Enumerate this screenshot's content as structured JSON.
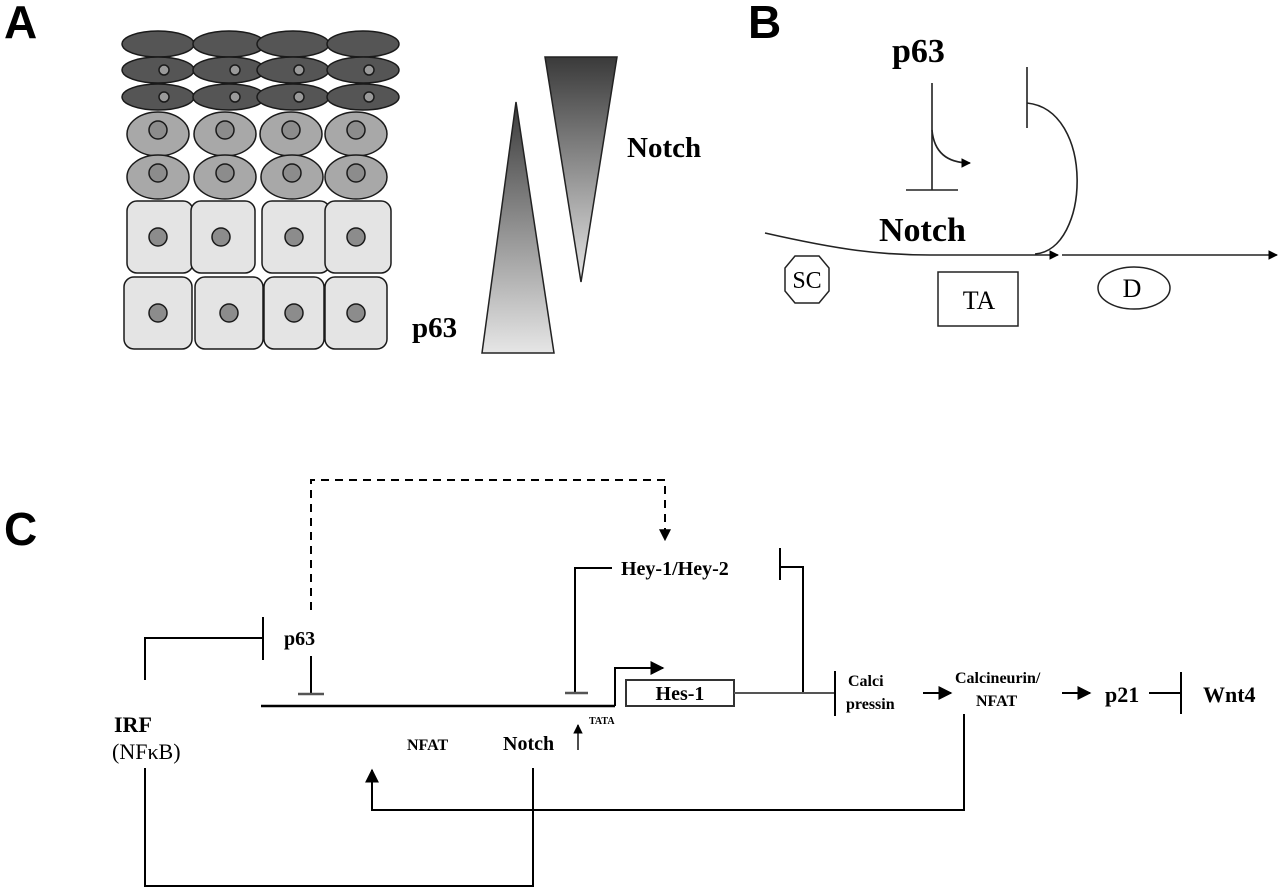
{
  "panels": {
    "A": {
      "label": "A",
      "gradient_labels": {
        "notch": "Notch",
        "p63": "p63"
      },
      "cell_layers": [
        {
          "shape": "flat-ellipse",
          "count": 4,
          "nucleus": false,
          "shade": "dark"
        },
        {
          "shape": "flat-ellipse",
          "count": 4,
          "nucleus": "small",
          "shade": "dark"
        },
        {
          "shape": "flat-ellipse",
          "count": 4,
          "nucleus": "small",
          "shade": "dark"
        },
        {
          "shape": "oval",
          "count": 4,
          "nucleus": "medium",
          "shade": "medium"
        },
        {
          "shape": "oval",
          "count": 4,
          "nucleus": "medium",
          "shade": "medium"
        },
        {
          "shape": "rounded-square",
          "count": 4,
          "nucleus": "medium",
          "shade": "light"
        },
        {
          "shape": "rounded-square",
          "count": 4,
          "nucleus": "medium",
          "shade": "light"
        }
      ]
    },
    "B": {
      "label": "B",
      "p63": "p63",
      "notch": "Notch",
      "stages": {
        "sc": "SC",
        "ta": "TA",
        "d": "D"
      }
    },
    "C": {
      "label": "C",
      "nodes": {
        "irf": "IRF",
        "nfkb": "(NFκB)",
        "p63": "p63",
        "hey": "Hey-1/Hey-2",
        "hes1": "Hes-1",
        "tata": "TATA",
        "nfat": "NFAT",
        "notch": "Notch",
        "calci": "Calci",
        "pressin": "pressin",
        "calcineurin": "Calcineurin/",
        "calcineurin_nfat": "NFAT",
        "p21": "p21",
        "wnt4": "Wnt4"
      }
    }
  },
  "colors": {
    "dark_cell": "#555555",
    "medium_cell": "#a8a8a8",
    "light_cell": "#e4e4e4",
    "nucleus": "#8c8c8c",
    "stroke": "#1a1a1a"
  }
}
